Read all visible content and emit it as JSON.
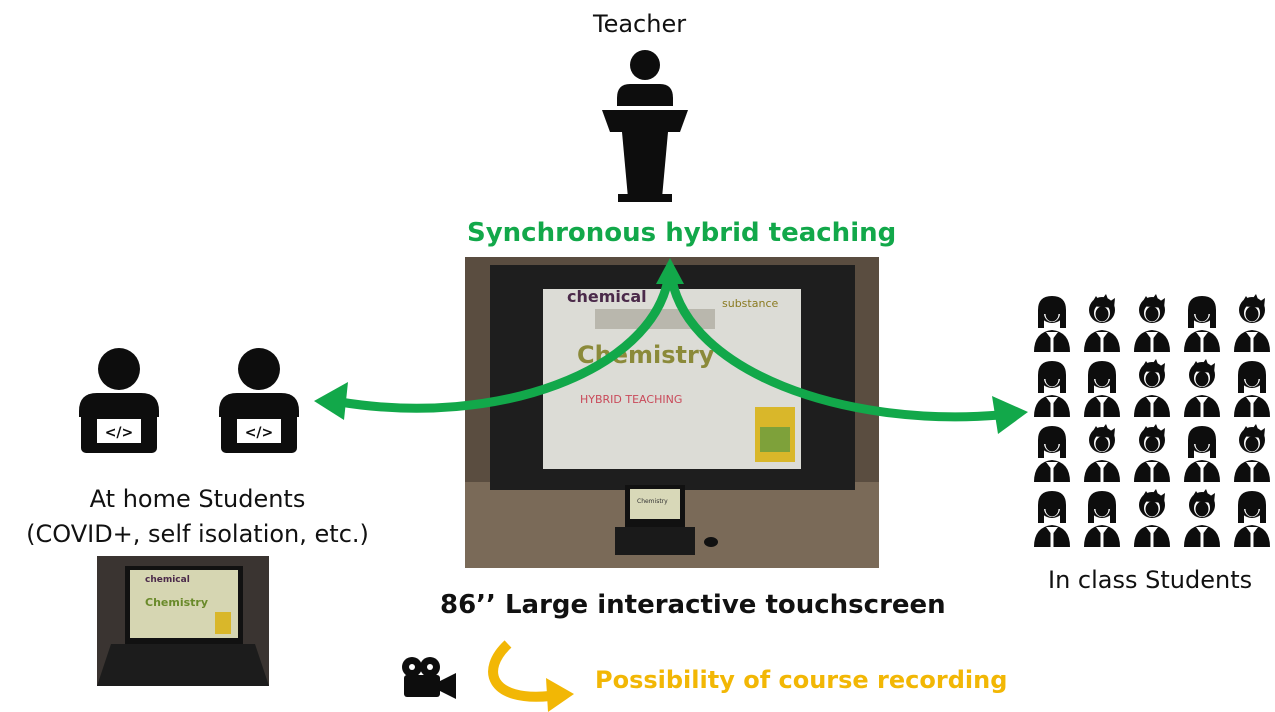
{
  "labels": {
    "teacher": "Teacher",
    "title": "Synchronous hybrid teaching",
    "home_line1": "At home Students",
    "home_line2": "(COVID+, self isolation, etc.)",
    "in_class": "In class Students",
    "touchscreen": "86’’ Large interactive touchscreen",
    "recording": "Possibility of course recording"
  },
  "screen": {
    "word_chemical": "chemical",
    "word_substance": "substance",
    "word_chemistry": "Chemistry",
    "word_hybrid": "HYBRID    TEACHING",
    "small_chemistry": "Chemistry"
  },
  "colors": {
    "green": "#12a84a",
    "yellow": "#f2b705",
    "icon": "#0d0d0d"
  },
  "icons": {
    "teacher": "teacher-podium-icon",
    "home_student": "student-laptop-icon",
    "class_student": "student-icon",
    "camera": "movie-camera-icon"
  }
}
